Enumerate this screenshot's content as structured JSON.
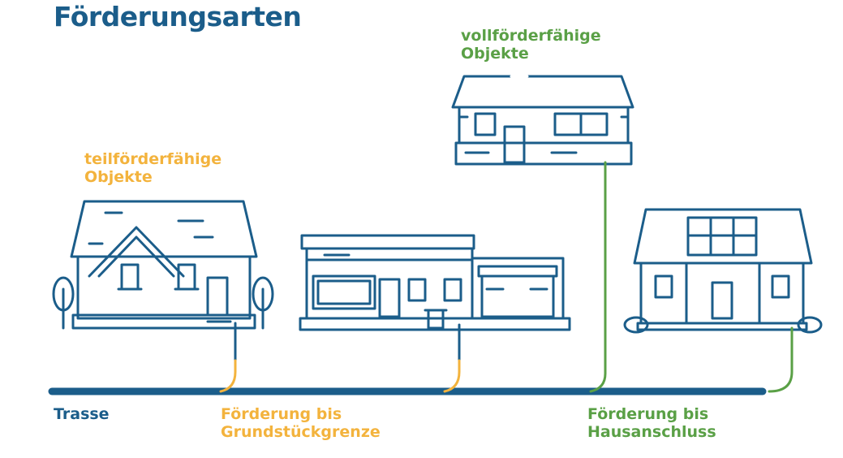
{
  "title": "Förderungsarten",
  "labels": {
    "vollfoerderfaehig": "vollförderfähige\nObjekte",
    "teilfoerderfaehig": "teilförderfähige\nObjekte",
    "trasse": "Trasse",
    "grundstueckgrenze": "Förderung bis\nGrundstückgrenze",
    "hausanschluss": "Förderung bis\nHausanschluss"
  },
  "colors": {
    "house_line": "#1b5d8a",
    "partial": "#f3b33d",
    "full": "#5aa046",
    "title": "#1b5d8a"
  }
}
